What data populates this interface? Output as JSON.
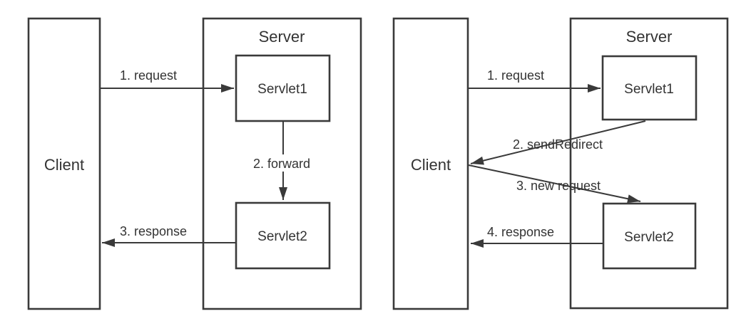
{
  "colors": {
    "line": "#3a3a3a",
    "text": "#333333",
    "background": "#ffffff"
  },
  "diagram_forward": {
    "client_label": "Client",
    "server_label": "Server",
    "servlet1_label": "Servlet1",
    "servlet2_label": "Servlet2",
    "arrow_labels": {
      "request": "1. request",
      "forward": "2. forward",
      "response": "3. response"
    }
  },
  "diagram_redirect": {
    "client_label": "Client",
    "server_label": "Server",
    "servlet1_label": "Servlet1",
    "servlet2_label": "Servlet2",
    "arrow_labels": {
      "request": "1. request",
      "send_redirect": "2. sendRedirect",
      "new_request": "3. new request",
      "response": "4. response"
    }
  }
}
